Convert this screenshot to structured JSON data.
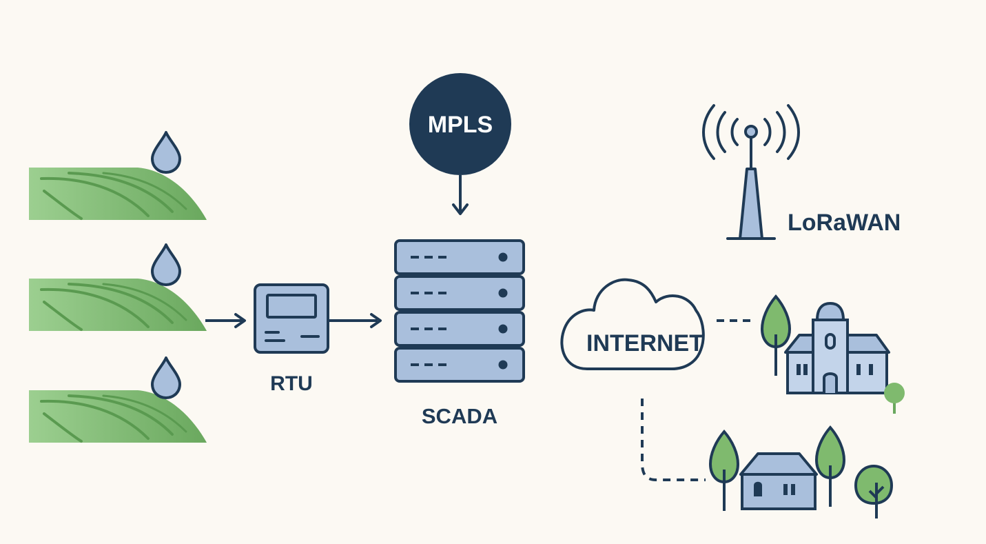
{
  "colors": {
    "background": "#fcf9f3",
    "outline": "#1f3a55",
    "equipment_fill": "#a9bfdc",
    "field_light": "#94c98a",
    "field_dark": "#6aa85e",
    "tree": "#7fba6e",
    "mpls_fill": "#1f3a55",
    "mpls_text": "#ffffff"
  },
  "labels": {
    "mpls": "MPLS",
    "lorawan": "LoRaWAN",
    "rtu": "RTU",
    "scada": "SCADA",
    "internet": "INTERNET"
  },
  "icons": {
    "fields": "irrigated-field-icon",
    "drops": "water-drop-icon",
    "rtu": "rtu-device-icon",
    "scada": "server-rack-icon",
    "mpls": "mpls-circle-icon",
    "lorawan": "radio-tower-icon",
    "internet": "cloud-icon",
    "building": "municipal-building-icon",
    "house": "house-icon",
    "trees": "tree-icon"
  }
}
